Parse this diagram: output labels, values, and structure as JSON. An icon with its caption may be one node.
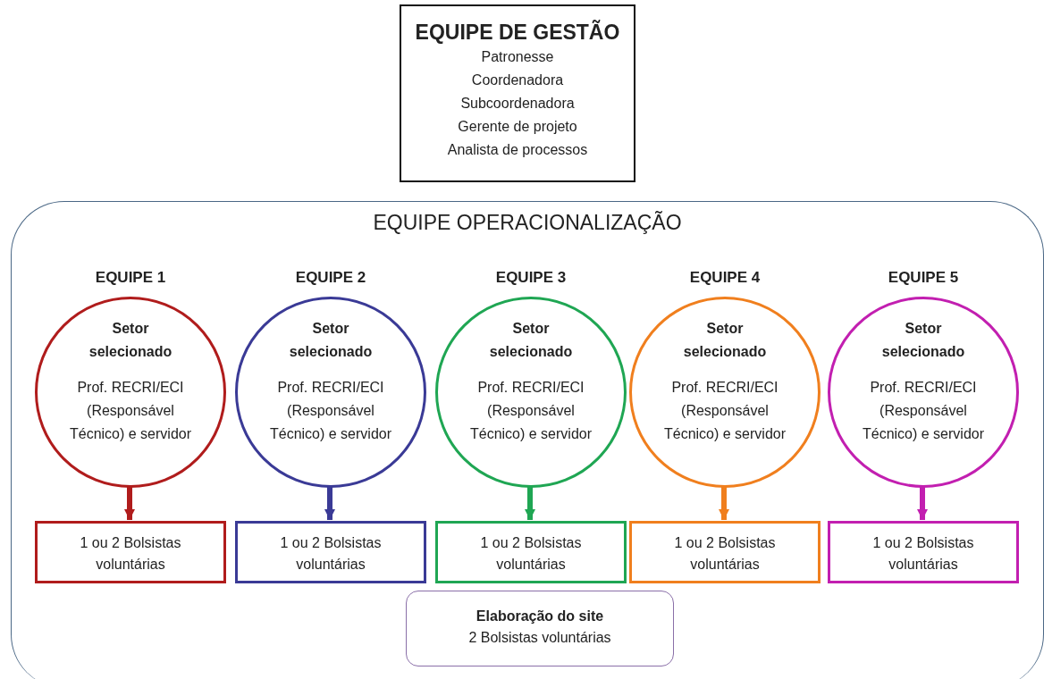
{
  "diagram": {
    "nodes": [
      {
        "text": [
          "EQUIPE DE GESTÃO",
          "Patronesse",
          "Coordenadora",
          "Subcoordenadora",
          "Gerente de projeto",
          "Analista de processos"
        ]
      },
      {
        "text": [
          "EQUIPE OPERACIONALIZAÇÃO"
        ]
      },
      {
        "text": [
          "Setor selecionado",
          "Prof. RECRI/ECI (Responsável Técnico) e servidor"
        ],
        "beside": [
          "EQUIPE 1"
        ],
        "in": 1
      },
      {
        "text": [
          "Setor selecionado",
          "Prof. RECRI/ECI (Responsável Técnico) e servidor"
        ],
        "beside": [
          "EQUIPE 2"
        ],
        "in": 1
      },
      {
        "text": [
          "Setor selecionado",
          "Prof. RECRI/ECI (Responsável Técnico) e servidor"
        ],
        "beside": [
          "EQUIPE 3"
        ],
        "in": 1
      },
      {
        "text": [
          "Setor selecionado",
          "Prof. RECRI/ECI (Responsável Técnico) e servidor"
        ],
        "beside": [
          "EQUIPE 4"
        ],
        "in": 1
      },
      {
        "text": [
          "Setor selecionado",
          "Prof. RECRI/ECI (Responsável Técnico) e servidor"
        ],
        "beside": [
          "EQUIPE 5"
        ],
        "in": 1
      },
      {
        "text": [
          "1 ou 2 Bolsistas voluntárias"
        ],
        "in": 1
      },
      {
        "text": [
          "1 ou 2 Bolsistas voluntárias"
        ],
        "in": 1
      },
      {
        "text": [
          "1 ou 2 Bolsistas voluntárias"
        ],
        "in": 1
      },
      {
        "text": [
          "1 ou 2 Bolsistas voluntárias"
        ],
        "in": 1
      },
      {
        "text": [
          "1 ou 2 Bolsistas voluntárias"
        ],
        "in": 1
      },
      {
        "text": [
          "Elaboração do site",
          "2 Bolsistas voluntárias"
        ],
        "in": 1
      }
    ],
    "edges": [
      {
        "from": 2,
        "to": 7,
        "arrow": "to",
        "color": "#b01c1c"
      },
      {
        "from": 3,
        "to": 8,
        "arrow": "to",
        "color": "#3a3a96"
      },
      {
        "from": 4,
        "to": 9,
        "arrow": "to",
        "color": "#1fa653"
      },
      {
        "from": 5,
        "to": 10,
        "arrow": "to",
        "color": "#f07f1e"
      },
      {
        "from": 6,
        "to": 11,
        "arrow": "to",
        "color": "#c21fb0"
      }
    ]
  }
}
